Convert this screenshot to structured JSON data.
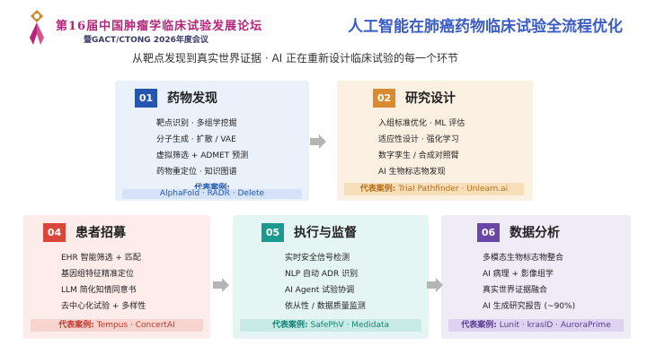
{
  "logo": {
    "title": "第16届中国肿瘤学临床试验发展论坛",
    "subtitle": "暨GACT/CTONG 2026年度会议"
  },
  "page": {
    "title": "人工智能在肺癌药物临床试验全流程优化",
    "subtitle": "从靶点发现到真实世界证据 · AI 正在重新设计临床试验的每一个环节"
  },
  "colors": {
    "title_blue": "#3b5cc4",
    "step1": "#2456b0",
    "step2": "#d98a2e",
    "step4": "#d9473b",
    "step5": "#1a9a8e",
    "step6": "#6a46a6"
  },
  "arrow_icon": "right-arrow",
  "cards": [
    {
      "number": "01",
      "title": "药物发现",
      "items": [
        "靶点识别 · 多组学挖掘",
        "分子生成 · 扩散 / VAE",
        "虚拟筛选 + ADMET 预测",
        "药物重定位 · 知识图谱"
      ],
      "case_label": "代表案例:",
      "case_text": "AlphaFold · RADR · Delete"
    },
    {
      "number": "02",
      "title": "研究设计",
      "items": [
        "入组标准优化 · ML 评估",
        "适应性设计 · 强化学习",
        "数字孪生 / 合成对照臂",
        "AI 生物标志物发现"
      ],
      "case_label": "代表案例:",
      "case_text": "Trial Pathfinder · Unlearn.ai"
    },
    {
      "number": "04",
      "title": "患者招募",
      "items": [
        "EHR 智能筛选 + 匹配",
        "基因组特征精准定位",
        "LLM 简化知情同意书",
        "去中心化试验 + 多样性"
      ],
      "case_label": "代表案例:",
      "case_text": "Tempus · ConcertAI"
    },
    {
      "number": "05",
      "title": "执行与监督",
      "items": [
        "实时安全信号检测",
        "NLP 自动 ADR 识别",
        "AI Agent 试验协调",
        "依从性 / 数据质量监测"
      ],
      "case_label": "代表案例:",
      "case_text": "SafePhV · Medidata"
    },
    {
      "number": "06",
      "title": "数据分析",
      "items": [
        "多模态生物标志物整合",
        "AI 病理 + 影像组学",
        "真实世界证据融合",
        "AI 生成研究报告 (~90%)"
      ],
      "case_label": "代表案例:",
      "case_text": "Lunit · krasID · AuroraPrime"
    }
  ]
}
